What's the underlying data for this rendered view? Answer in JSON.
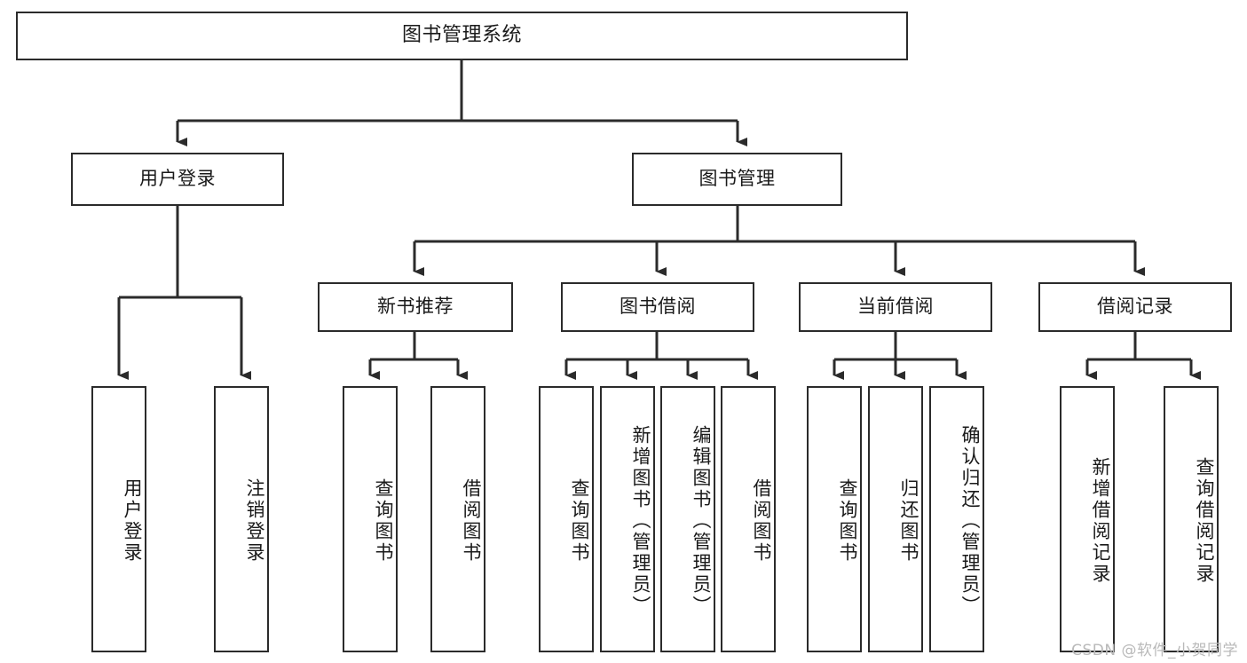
{
  "diagram": {
    "title": "图书管理系统",
    "type": "tree-hierarchy",
    "stroke_color": "#2b2b2b",
    "fill_color": "#ffffff",
    "text_color": "#1a1a1a"
  },
  "root": {
    "label": "图书管理系统"
  },
  "level2": [
    {
      "label": "用户登录"
    },
    {
      "label": "图书管理"
    }
  ],
  "level3": [
    {
      "label": "新书推荐"
    },
    {
      "label": "图书借阅"
    },
    {
      "label": "当前借阅"
    },
    {
      "label": "借阅记录"
    }
  ],
  "leaves": {
    "user_login": [
      {
        "label": "用户登录"
      },
      {
        "label": "注销登录"
      }
    ],
    "new_book": [
      {
        "label": "查询图书"
      },
      {
        "label": "借阅图书"
      }
    ],
    "book_borrow": [
      {
        "label": "查询图书"
      },
      {
        "label": "新增图书（管理员）"
      },
      {
        "label": "编辑图书（管理员）"
      },
      {
        "label": "借阅图书"
      }
    ],
    "current_borrow": [
      {
        "label": "查询图书"
      },
      {
        "label": "归还图书"
      },
      {
        "label": "确认归还（管理员）"
      }
    ],
    "borrow_record": [
      {
        "label": "新增借阅记录"
      },
      {
        "label": "查询借阅记录"
      }
    ]
  },
  "watermark": {
    "text": "CSDN @软件_小贺同学"
  }
}
